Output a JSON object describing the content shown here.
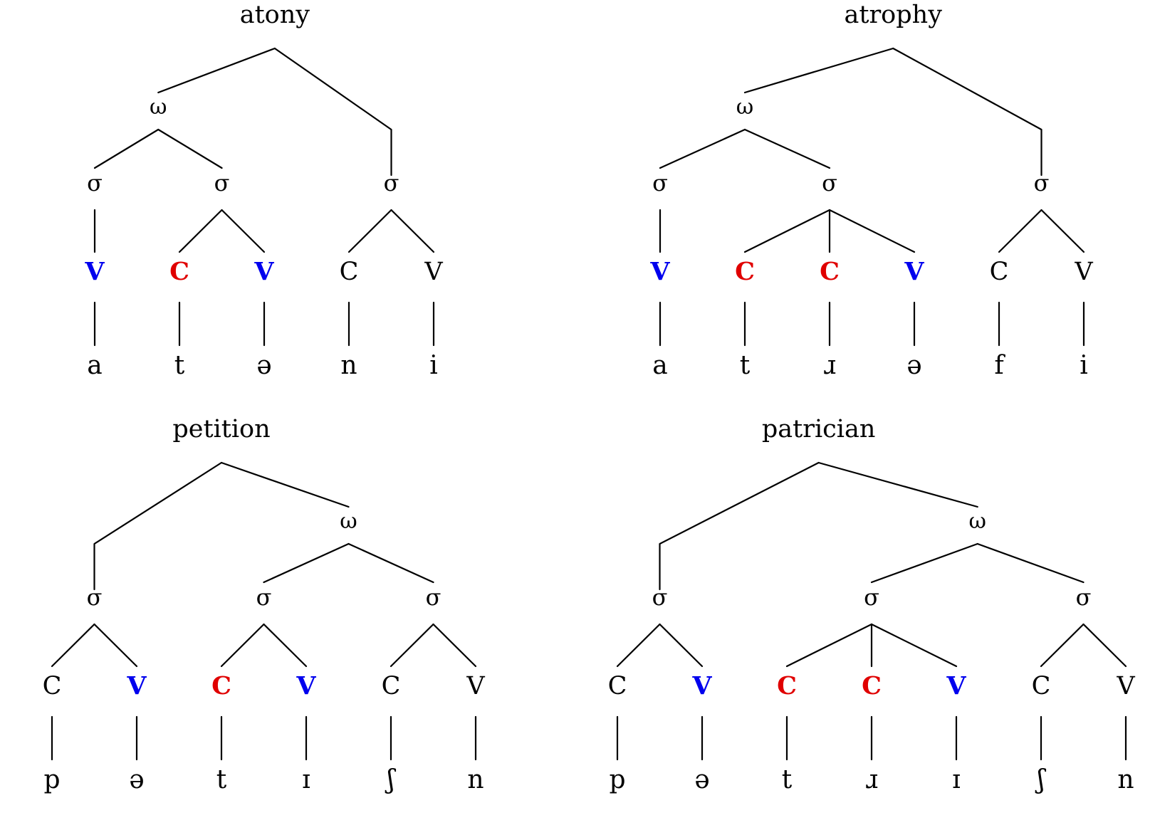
{
  "colors": {
    "default": "#000000",
    "consonant_highlight": "#e00000",
    "vowel_highlight": "#0000ee"
  },
  "trees": [
    {
      "id": "atony",
      "title": "atony",
      "prosodic_word_label": "ω",
      "syllable_label": "σ",
      "root_children": [
        "word",
        2
      ],
      "word_children": [
        0,
        1
      ],
      "syllables": [
        [
          0
        ],
        [
          1,
          2
        ],
        [
          3,
          4
        ]
      ],
      "cv": [
        {
          "label": "V",
          "highlight": "vowel"
        },
        {
          "label": "C",
          "highlight": "consonant"
        },
        {
          "label": "V",
          "highlight": "vowel"
        },
        {
          "label": "C",
          "highlight": "none"
        },
        {
          "label": "V",
          "highlight": "none"
        }
      ],
      "segments": [
        "a",
        "t",
        "ə",
        "n",
        "i"
      ]
    },
    {
      "id": "atrophy",
      "title": "atrophy",
      "prosodic_word_label": "ω",
      "syllable_label": "σ",
      "root_children": [
        "word",
        2
      ],
      "word_children": [
        0,
        1
      ],
      "syllables": [
        [
          0
        ],
        [
          1,
          2,
          3
        ],
        [
          4,
          5
        ]
      ],
      "cv": [
        {
          "label": "V",
          "highlight": "vowel"
        },
        {
          "label": "C",
          "highlight": "consonant"
        },
        {
          "label": "C",
          "highlight": "consonant"
        },
        {
          "label": "V",
          "highlight": "vowel"
        },
        {
          "label": "C",
          "highlight": "none"
        },
        {
          "label": "V",
          "highlight": "none"
        }
      ],
      "segments": [
        "a",
        "t",
        "ɹ",
        "ə",
        "f",
        "i"
      ]
    },
    {
      "id": "petition",
      "title": "petition",
      "prosodic_word_label": "ω",
      "syllable_label": "σ",
      "root_children": [
        0,
        "word"
      ],
      "word_children": [
        1,
        2
      ],
      "syllables": [
        [
          0,
          1
        ],
        [
          2,
          3
        ],
        [
          4,
          5
        ]
      ],
      "cv": [
        {
          "label": "C",
          "highlight": "none"
        },
        {
          "label": "V",
          "highlight": "vowel"
        },
        {
          "label": "C",
          "highlight": "consonant"
        },
        {
          "label": "V",
          "highlight": "vowel"
        },
        {
          "label": "C",
          "highlight": "none"
        },
        {
          "label": "V",
          "highlight": "none"
        }
      ],
      "segments": [
        "p",
        "ə",
        "t",
        "ɪ",
        "ʃ",
        "n"
      ]
    },
    {
      "id": "patrician",
      "title": "patrician",
      "prosodic_word_label": "ω",
      "syllable_label": "σ",
      "root_children": [
        0,
        "word"
      ],
      "word_children": [
        1,
        2
      ],
      "syllables": [
        [
          0,
          1
        ],
        [
          2,
          3,
          4
        ],
        [
          5,
          6
        ]
      ],
      "cv": [
        {
          "label": "C",
          "highlight": "none"
        },
        {
          "label": "V",
          "highlight": "vowel"
        },
        {
          "label": "C",
          "highlight": "consonant"
        },
        {
          "label": "C",
          "highlight": "consonant"
        },
        {
          "label": "V",
          "highlight": "vowel"
        },
        {
          "label": "C",
          "highlight": "none"
        },
        {
          "label": "V",
          "highlight": "none"
        }
      ],
      "segments": [
        "p",
        "ə",
        "t",
        "ɹ",
        "ɪ",
        "ʃ",
        "n"
      ]
    }
  ]
}
